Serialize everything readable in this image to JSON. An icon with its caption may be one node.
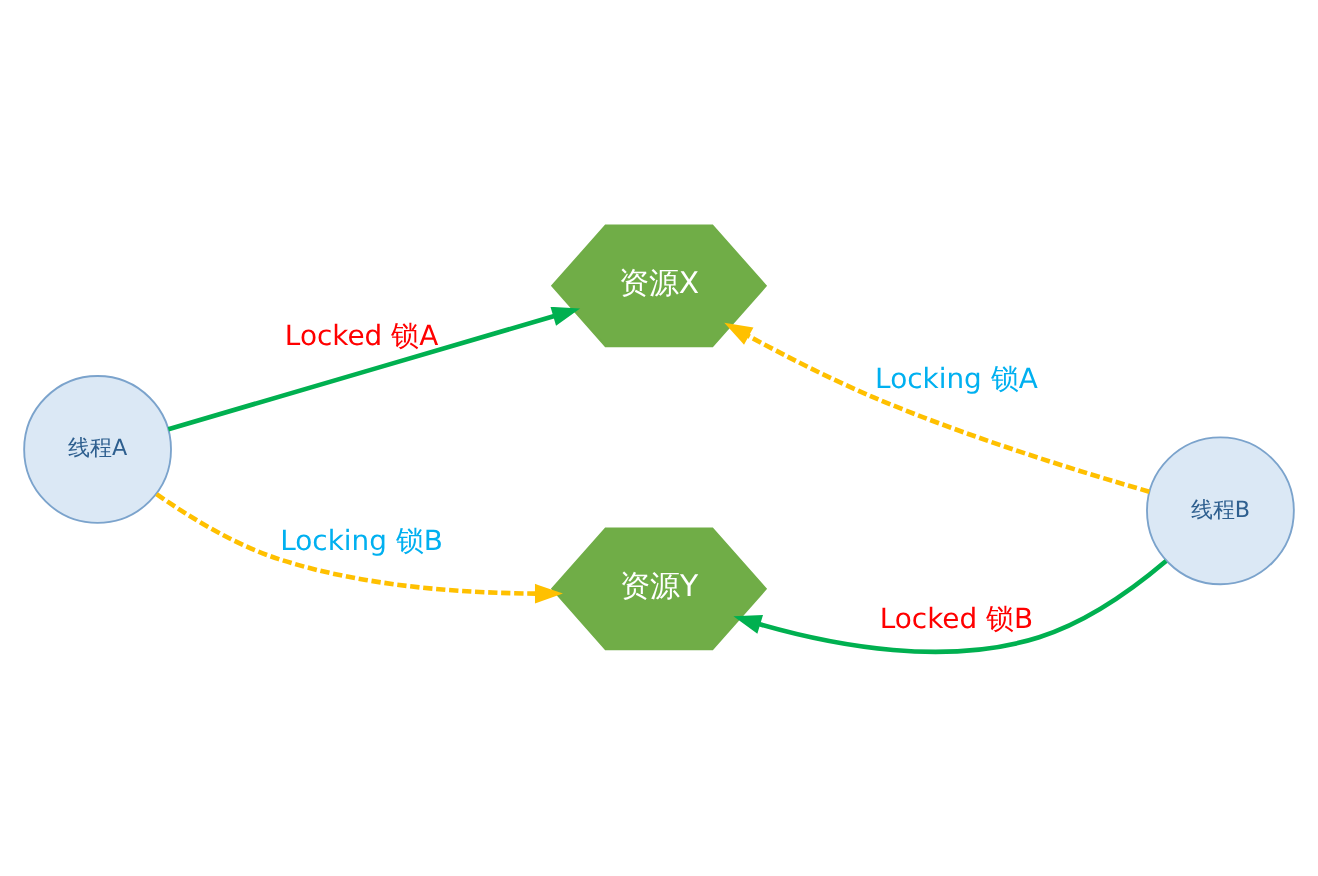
{
  "diagram": {
    "nodes": [
      {
        "text": [
          "资源X"
        ]
      },
      {
        "text": [
          "资源Y"
        ]
      },
      {
        "text": [
          "线程A"
        ]
      },
      {
        "text": [
          "线程B"
        ]
      }
    ],
    "edges": [
      {
        "from": 2,
        "to": 0,
        "arrow": "to",
        "label": "Locked 锁A",
        "color": "#00b050"
      },
      {
        "from": 3,
        "to": 0,
        "arrow": "to",
        "label": "Locking 锁A",
        "style": "dashed",
        "color": "#ffc000"
      },
      {
        "from": 2,
        "to": 1,
        "arrow": "to",
        "label": "Locking 锁B",
        "style": "dashed",
        "color": "#ffc000"
      },
      {
        "from": 3,
        "to": 1,
        "arrow": "to",
        "label": "Locked 锁B",
        "color": "#00b050"
      }
    ]
  }
}
